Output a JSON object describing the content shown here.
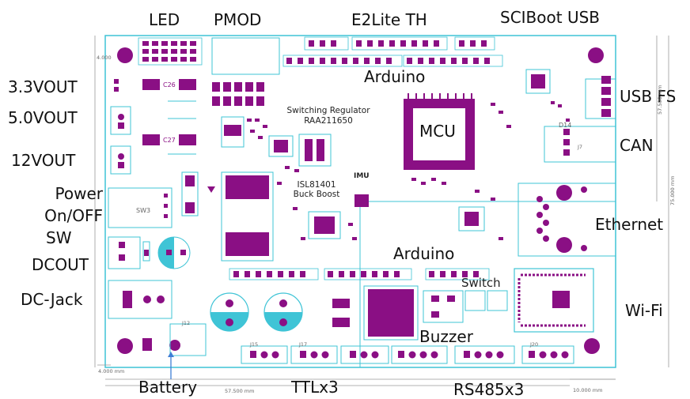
{
  "labels": {
    "led": "LED",
    "pmod": "PMOD",
    "e2lite": "E2Lite TH",
    "sciboot": "SCIBoot USB",
    "v33": "3.3VOUT",
    "v50": "5.0VOUT",
    "v12": "12VOUT",
    "power_line1": "Power",
    "power_line2": "On/OFF",
    "power_line3": "SW",
    "dcout": "DCOUT",
    "dcjack": "DC-Jack",
    "battery": "Battery",
    "ttl": "TTLx3",
    "rs485": "RS485x3",
    "arduino_top": "Arduino",
    "arduino_mid": "Arduino",
    "usbfs": "USB FS",
    "can": "CAN",
    "ethernet": "Ethernet",
    "wifi": "Wi-Fi",
    "mcu": "MCU",
    "switch": "Switch",
    "buzzer": "Buzzer",
    "imu": "IMU"
  },
  "regulators": {
    "switching_line1": "Switching Regulator",
    "switching_line2": "RAA211650",
    "buckboost_line1": "ISL81401",
    "buckboost_line2": "Buck Boost"
  },
  "silkscreen": {
    "c26": "C26",
    "c27": "C27",
    "sw3": "SW3",
    "d14": "D14",
    "j7": "J7",
    "j12": "J12",
    "j15": "J15",
    "j17": "J17",
    "j20": "J20"
  },
  "dimensions": {
    "d_bottom_left": "57.500 mm",
    "d_bottom_right": "10.000 mm",
    "d_left_top": "4.000",
    "d_left_bottom": "4.000 mm",
    "d_right_a": "57.500 mm",
    "d_right_b": "75.000 mm"
  },
  "colors": {
    "outline": "#3fc4d6",
    "component": "#8a0f84",
    "text": "#111111",
    "dimension": "#9a9a9a"
  }
}
